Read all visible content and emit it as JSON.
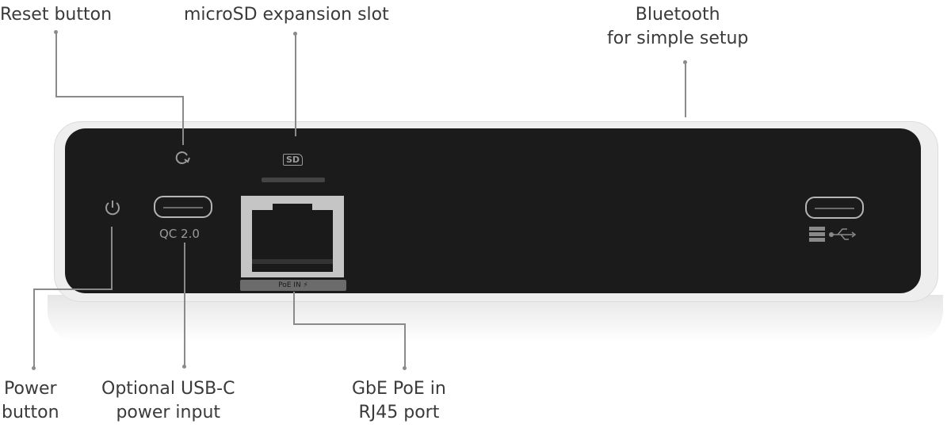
{
  "labels": {
    "reset": "Reset button",
    "microsd": "microSD expansion slot",
    "bluetooth_line1": "Bluetooth",
    "bluetooth_line2": "for simple setup",
    "power_line1": "Power",
    "power_line2": "button",
    "usbc_line1": "Optional USB-C",
    "usbc_line2": "power input",
    "gbe_line1": "GbE PoE in",
    "gbe_line2": "RJ45 port"
  },
  "device": {
    "qc_label": "QC 2.0",
    "sd_label": "SD",
    "poe_label": "PoE IN ⚡"
  }
}
